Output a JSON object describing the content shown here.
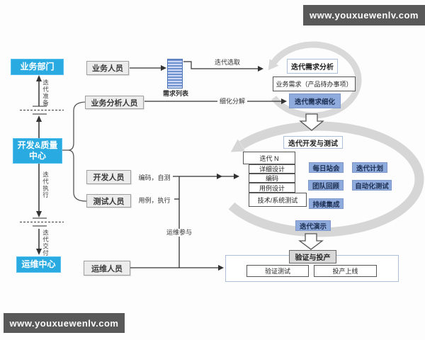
{
  "watermark": {
    "text": "www.youxuewenlv.com"
  },
  "org_lanes": {
    "business_dept": "业务部门",
    "dev_quality_center": "开发&质量中心",
    "ops_center": "运维中心",
    "phase_prepare": "迭代准备",
    "phase_execute": "迭代执行",
    "phase_deliver": "迭代交付"
  },
  "roles": {
    "business": "业务人员",
    "business_analyst": "业务分析人员",
    "developer": "开发人员",
    "tester": "测试人员",
    "ops": "运维人员"
  },
  "artifacts": {
    "requirement_list": "需求列表"
  },
  "flow_labels": {
    "iteration_select": "迭代选取",
    "refine_decompose": "细化分解",
    "code_selftest": "编码，自测",
    "case_execute": "用例，执行",
    "ops_participate": "运维参与"
  },
  "analysis_loop": {
    "iteration_req_analysis": "迭代需求分析",
    "business_req_backlog": "业务需求（产品待办事项）",
    "iteration_req_refine": "迭代需求细化"
  },
  "dev_loop": {
    "title": "迭代开发与测试",
    "iteration_n": "迭代 N",
    "stack": [
      "详细设计",
      "编码",
      "用例设计",
      "技术/系统测试"
    ],
    "practices": [
      "每日站会",
      "迭代计划",
      "团队回顾",
      "自动化测试",
      "持续集成"
    ],
    "iteration_demo": "迭代演示"
  },
  "release": {
    "title": "验证与投产",
    "verify_test": "验证测试",
    "go_live": "投产上线"
  },
  "colors": {
    "org_box": "#29ABE2",
    "practice_box": "#8FAADC",
    "loop_ring": "#D6D6D6",
    "watermark_bg": "#595959"
  }
}
